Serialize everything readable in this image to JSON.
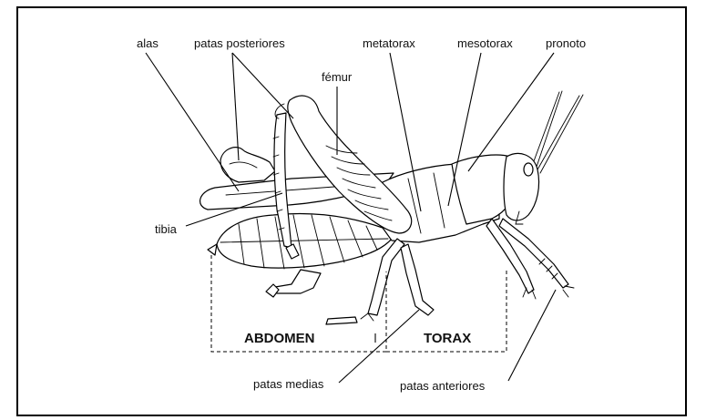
{
  "labels": {
    "alas": "alas",
    "patas_posteriores": "patas posteriores",
    "femur": "fémur",
    "metatorax": "metatorax",
    "mesotorax": "mesotorax",
    "pronoto": "pronoto",
    "tibia": "tibia",
    "patas_medias": "patas medias",
    "patas_anteriores": "patas anteriores"
  },
  "regions": {
    "abdomen": "ABDOMEN",
    "torax": "TORAX"
  },
  "colors": {
    "abdomen_fill": "#ffff00",
    "outline": "#000000"
  }
}
